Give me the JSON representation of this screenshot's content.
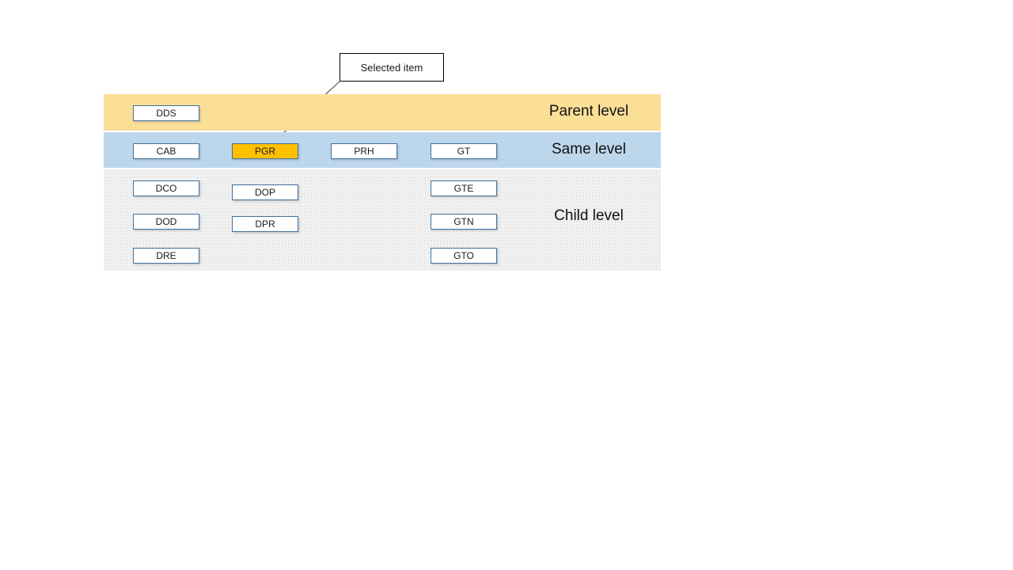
{
  "figure": {
    "callout": {
      "label": "Selected item"
    },
    "levels": [
      {
        "id": "parent",
        "label": "Parent level",
        "items": [
          {
            "label": "DDS",
            "col": 0,
            "row": 0
          }
        ]
      },
      {
        "id": "same",
        "label": "Same level",
        "items": [
          {
            "label": "CAB",
            "col": 0,
            "row": 0
          },
          {
            "label": "PGR",
            "col": 1,
            "row": 0,
            "selected": true
          },
          {
            "label": "PRH",
            "col": 2,
            "row": 0
          },
          {
            "label": "GT",
            "col": 3,
            "row": 0
          }
        ]
      },
      {
        "id": "child",
        "label": "Child level",
        "items": [
          {
            "label": "DCO",
            "col": 0,
            "row": 0
          },
          {
            "label": "DOD",
            "col": 0,
            "row": 1
          },
          {
            "label": "DRE",
            "col": 0,
            "row": 2
          },
          {
            "label": "DOP",
            "col": 1,
            "row": 0
          },
          {
            "label": "DPR",
            "col": 1,
            "row": 1
          },
          {
            "label": "GTE",
            "col": 3,
            "row": 0
          },
          {
            "label": "GTN",
            "col": 3,
            "row": 1
          },
          {
            "label": "GTO",
            "col": 3,
            "row": 2
          }
        ]
      }
    ],
    "colors": {
      "parent_band": "#FBDF97",
      "same_band": "#BCD6EC",
      "child_band": "#F1F1F1",
      "selected_fill": "#FFC000",
      "box_border": "#41719C",
      "connector_line": "#3F3F3F"
    }
  }
}
